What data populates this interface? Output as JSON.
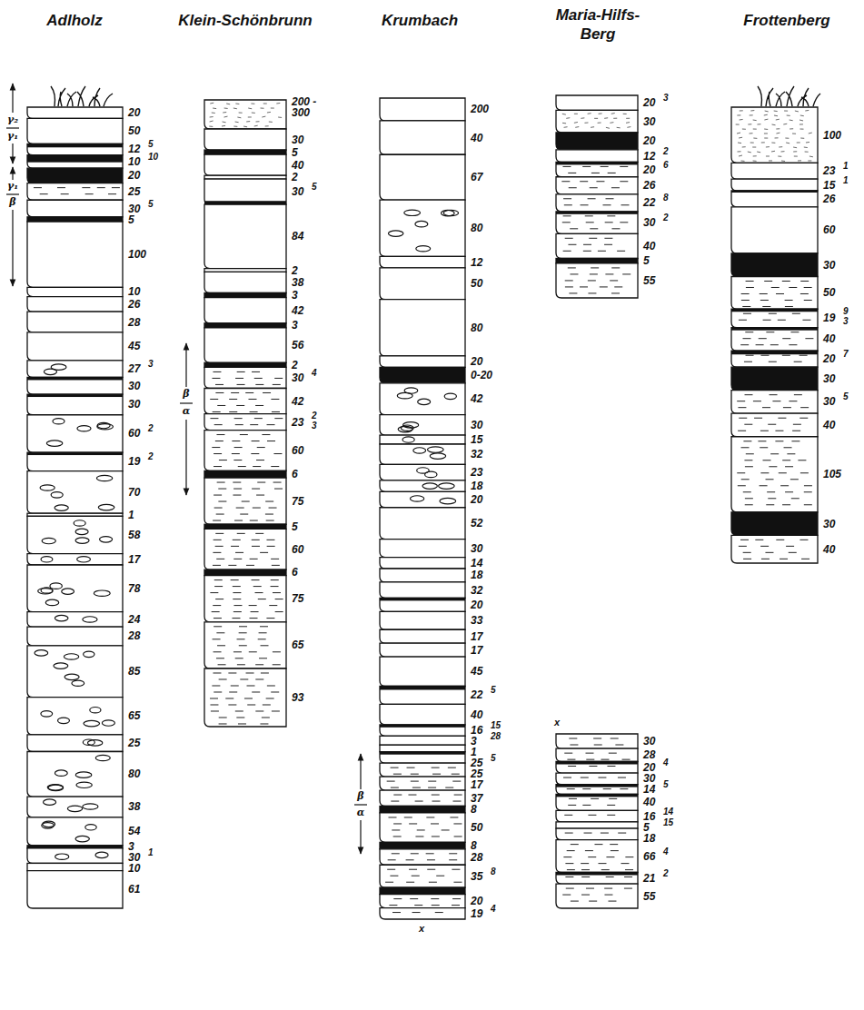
{
  "diagram": {
    "nodes": [
      {
        "text": [
          "Adlholz"
        ]
      },
      {
        "text": [
          "Klein-Schönbrunn"
        ]
      },
      {
        "text": [
          "Krumbach"
        ]
      },
      {
        "text": [
          "Maria-Hilfs- Berg"
        ]
      },
      {
        "text": [
          "Frottenberg"
        ]
      }
    ],
    "labels": [
      "γ₂",
      "γ₁",
      "γ₁",
      "β",
      "20",
      "50",
      "12",
      "5",
      "10",
      "10",
      "20",
      "25",
      "30",
      "5",
      "5",
      "100",
      "10",
      "26",
      "28",
      "45",
      "27",
      "3",
      "30",
      "30",
      "60",
      "2",
      "19",
      "2",
      "70",
      "1",
      "58",
      "17",
      "78",
      "24",
      "28",
      "85",
      "65",
      "25",
      "80",
      "38",
      "54",
      "3",
      "30",
      "1",
      "10",
      "61",
      "β",
      "α",
      "200 -",
      "300",
      "30",
      "5",
      "40",
      "2",
      "30",
      "5",
      "84",
      "2",
      "38",
      "3",
      "42",
      "3",
      "56",
      "2",
      "30",
      "4",
      "42",
      "23",
      "2",
      "3",
      "60",
      "6",
      "75",
      "5",
      "60",
      "6",
      "75",
      "65",
      "93",
      "β",
      "α",
      "200",
      "40",
      "67",
      "80",
      "12",
      "50",
      "80",
      "20",
      "0-20",
      "42",
      "30",
      "15",
      "32",
      "23",
      "18",
      "20",
      "52",
      "30",
      "14",
      "18",
      "32",
      "20",
      "33",
      "17",
      "17",
      "45",
      "22",
      "5",
      "40",
      "16",
      "15",
      "3",
      "28",
      "1",
      "25",
      "5",
      "25",
      "17",
      "37",
      "8",
      "50",
      "8",
      "28",
      "35",
      "8",
      "20",
      "19",
      "4",
      "x",
      "20",
      "3",
      "30",
      "20",
      "12",
      "2",
      "20",
      "6",
      "26",
      "22",
      "8",
      "30",
      "2",
      "40",
      "5",
      "55",
      "x",
      "30",
      "28",
      "20",
      "4",
      "30",
      "14",
      "5",
      "40",
      "16",
      "14",
      "5",
      "15",
      "18",
      "66",
      "4",
      "21",
      "2",
      "55",
      "100",
      "23",
      "1",
      "15",
      "1",
      "26",
      "60",
      "30",
      "50",
      "19",
      "9",
      "3",
      "40",
      "20",
      "7",
      "30",
      "30",
      "5",
      "40",
      "105",
      "30",
      "40"
    ]
  }
}
